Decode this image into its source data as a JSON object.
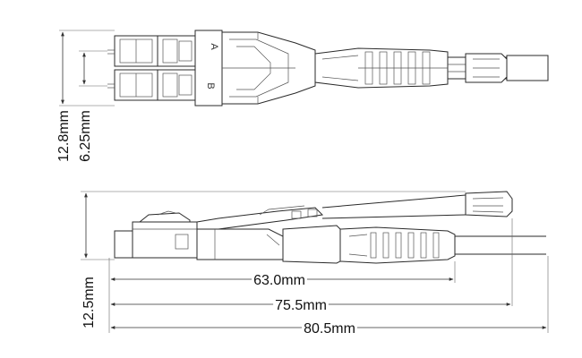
{
  "top_view": {
    "port_a_label": "A",
    "port_b_label": "B",
    "dimensions": {
      "overall_height": "12.8mm",
      "port_pitch": "6.25mm"
    }
  },
  "side_view": {
    "dimensions": {
      "height": "12.5mm",
      "length_short": "63.0mm",
      "length_mid": "75.5mm",
      "length_overall": "80.5mm"
    }
  },
  "colors": {
    "line": "#2a2a2a",
    "background": "#ffffff"
  }
}
